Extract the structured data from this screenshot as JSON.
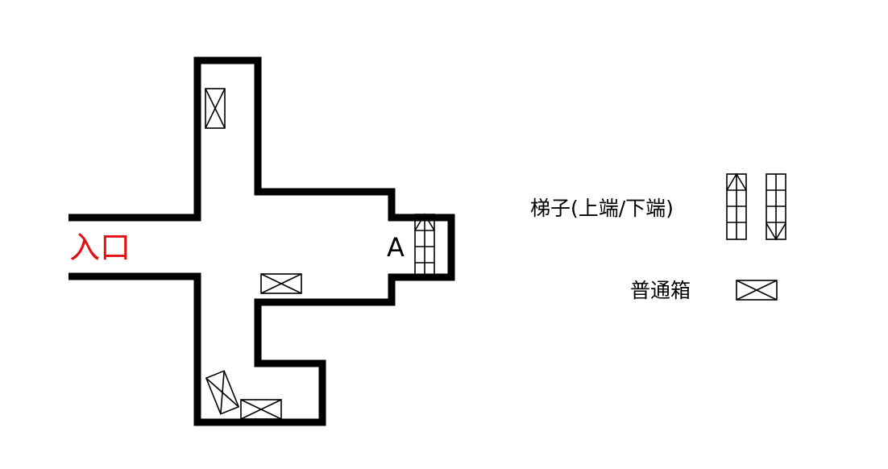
{
  "map": {
    "entrance_label": "入口",
    "marker_label": "A",
    "entrance_color": "#e01010"
  },
  "legend": {
    "ladder_label": "梯子(上端/下端)",
    "crate_label": "普通箱"
  },
  "icons": {
    "ladder_up": "arrow-up-ladder-icon",
    "ladder_down": "arrow-down-ladder-icon",
    "crate": "crate-x-icon"
  }
}
